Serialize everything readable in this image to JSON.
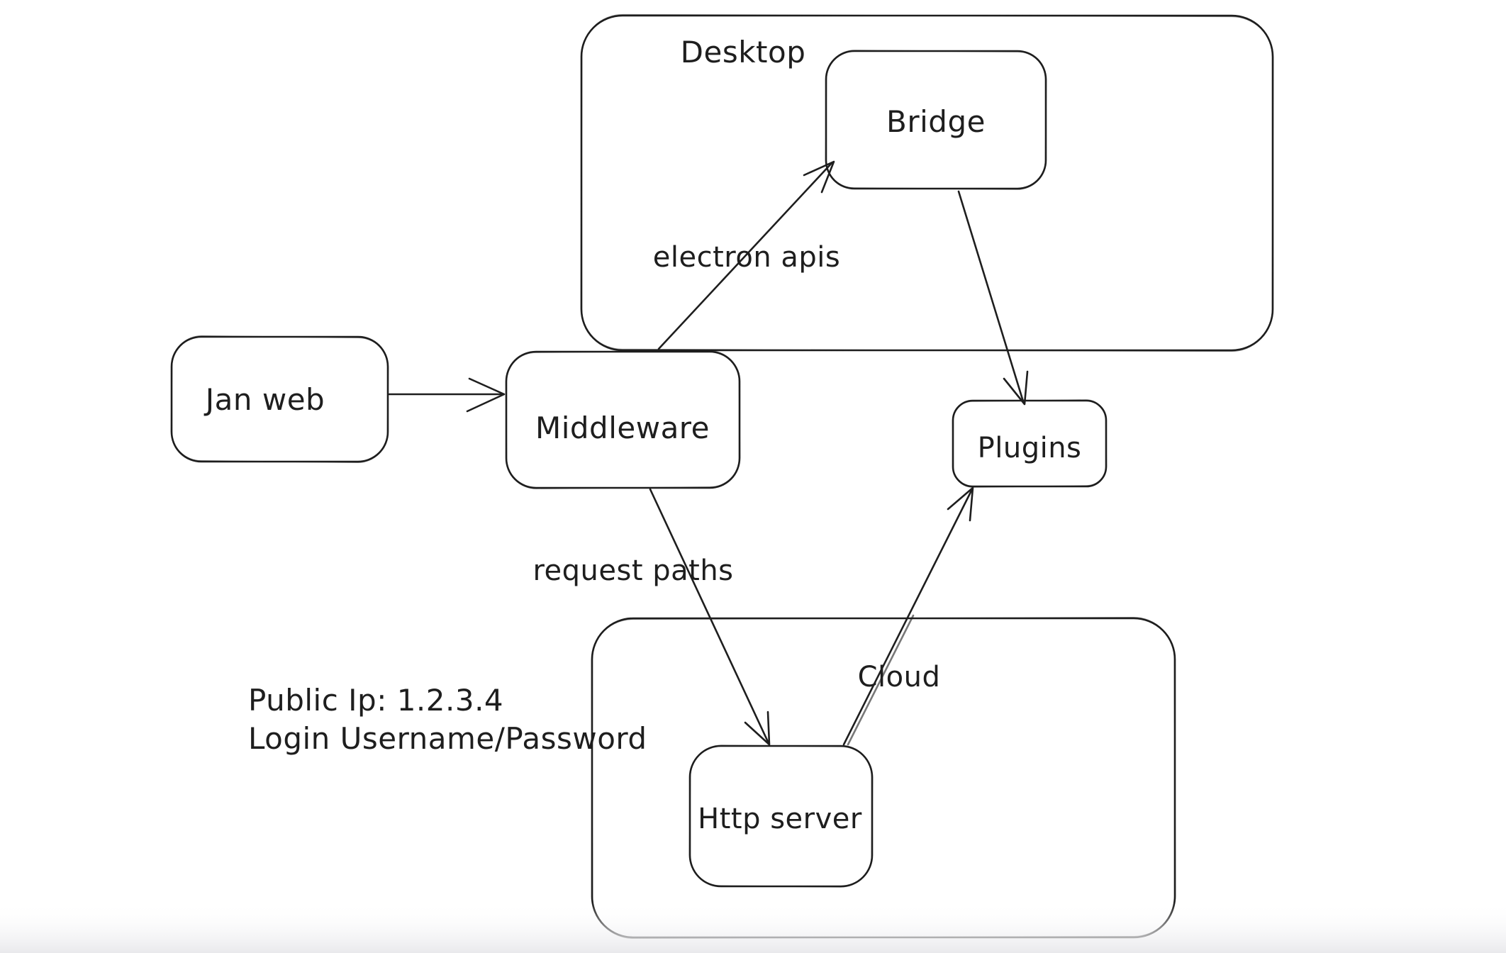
{
  "diagram": {
    "colors": {
      "stroke": "#1e1e1e",
      "canvas_background": "#ffffff",
      "bottom_fade": "#ededef"
    },
    "desktop_container": {
      "label": "Desktop"
    },
    "cloud_container": {
      "label": "Cloud"
    },
    "jan_web_node": {
      "label": "Jan web"
    },
    "middleware_node": {
      "label": "Middleware"
    },
    "bridge_node": {
      "label": "Bridge"
    },
    "plugins_node": {
      "label": "Plugins"
    },
    "http_server_node": {
      "label": "Http server"
    },
    "edge_labels": {
      "middleware_to_bridge": "electron apis",
      "middleware_to_http_server": "request paths"
    },
    "note": {
      "line1": "Public Ip: 1.2.3.4",
      "line2": "Login Username/Password"
    }
  }
}
